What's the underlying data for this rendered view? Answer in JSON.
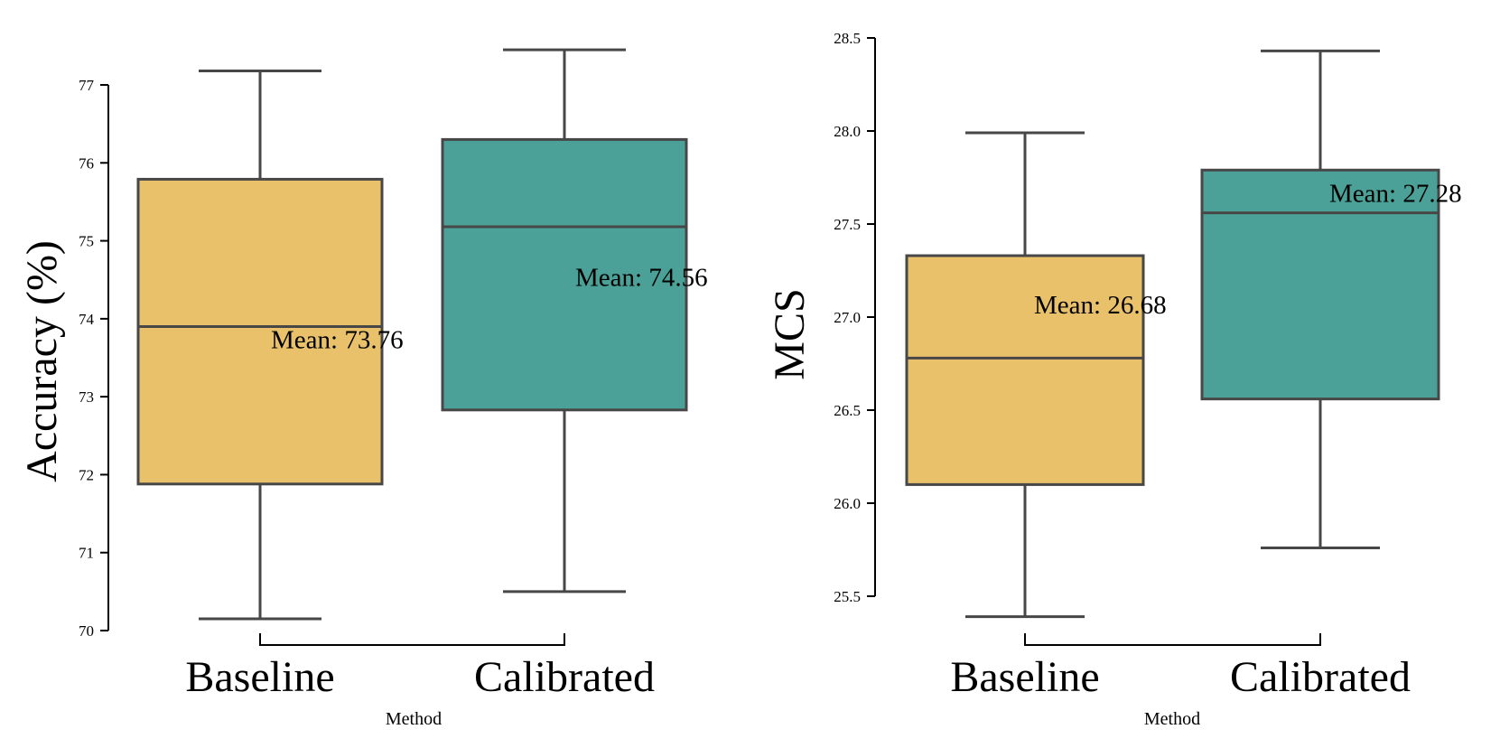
{
  "chart_data": [
    {
      "type": "box",
      "categories": [
        "Baseline",
        "Calibrated"
      ],
      "xlabel": "Method",
      "ylabel": "Accuracy (%)",
      "ylim": [
        70,
        77
      ],
      "yticks": [
        70,
        71,
        72,
        73,
        74,
        75,
        76,
        77
      ],
      "ytick_decimals": 0,
      "series": [
        {
          "category": "Baseline",
          "whisker_low": 70.15,
          "q1": 71.88,
          "median": 73.9,
          "q3": 75.79,
          "whisker_high": 77.18,
          "mean": 73.76,
          "mean_label": "Mean: 73.76"
        },
        {
          "category": "Calibrated",
          "whisker_low": 70.5,
          "q1": 72.83,
          "median": 75.18,
          "q3": 76.3,
          "whisker_high": 77.45,
          "mean": 74.56,
          "mean_label": "Mean: 74.56"
        }
      ],
      "grid": false
    },
    {
      "type": "box",
      "categories": [
        "Baseline",
        "Calibrated"
      ],
      "xlabel": "Method",
      "ylabel": "MCS",
      "ylim": [
        25.5,
        28.5
      ],
      "yticks": [
        25.5,
        26.0,
        26.5,
        27.0,
        27.5,
        28.0,
        28.5
      ],
      "ytick_decimals": 1,
      "series": [
        {
          "category": "Baseline",
          "whisker_low": 25.39,
          "q1": 26.1,
          "median": 26.78,
          "q3": 27.33,
          "whisker_high": 27.99,
          "mean": 26.68,
          "mean_label": "Mean: 26.68"
        },
        {
          "category": "Calibrated",
          "whisker_low": 25.76,
          "q1": 26.56,
          "median": 27.56,
          "q3": 27.79,
          "whisker_high": 28.43,
          "mean": 27.28,
          "mean_label": "Mean: 27.28"
        }
      ],
      "grid": false
    }
  ],
  "colors": {
    "Baseline": "#e9c16b",
    "Calibrated": "#4ba097",
    "box_edge": "#474747"
  }
}
